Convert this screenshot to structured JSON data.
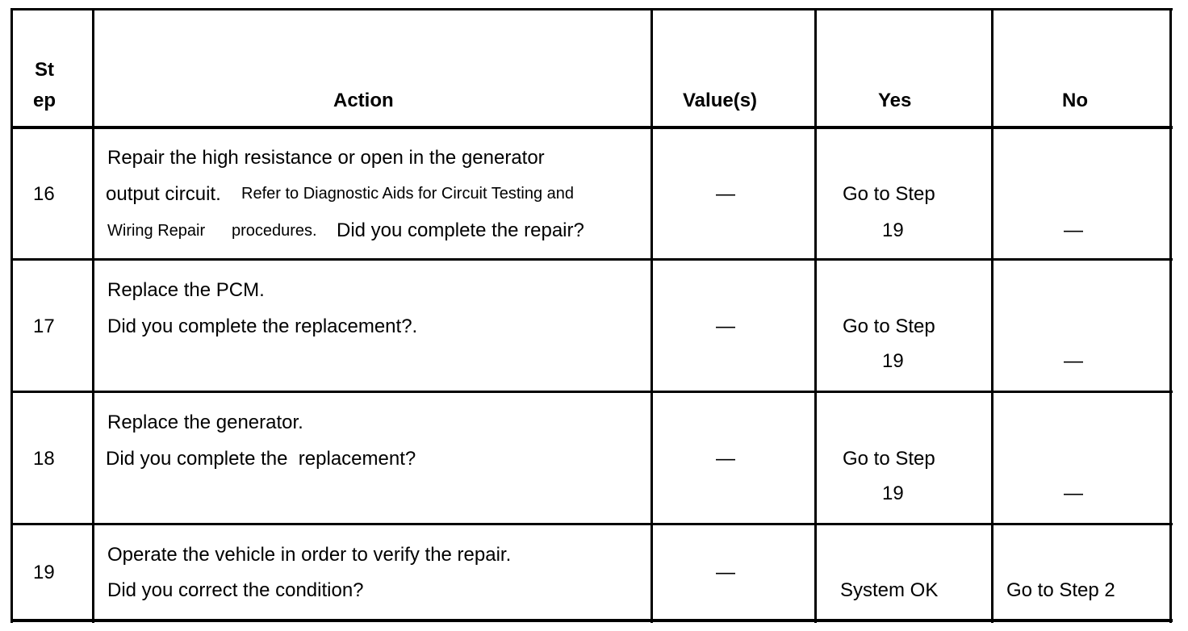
{
  "table": {
    "headers": {
      "step_line1": "St",
      "step_line2": "ep",
      "action": "Action",
      "values": "Value(s)",
      "yes": "Yes",
      "no": "No"
    },
    "rows": [
      {
        "step": "16",
        "action_line1": "Repair the high resistance or open in the generator",
        "action_line2_a": "output circuit.",
        "action_line2_b": "Refer to Diagnostic Aids for Circuit Testing and",
        "action_line3_a": "Wiring Repair",
        "action_line3_b": "procedures.",
        "action_line3_c": "Did you complete the repair?",
        "value": "—",
        "yes_line1": "Go to Step",
        "yes_line2": "19",
        "no": "—"
      },
      {
        "step": "17",
        "action_line1": "Replace the PCM.",
        "action_line2": "Did you complete the replacement?.",
        "value": "—",
        "yes_line1": "Go to Step",
        "yes_line2": "19",
        "no": "—"
      },
      {
        "step": "18",
        "action_line1": "Replace the generator.",
        "action_line2": "Did you complete the  replacement?",
        "value": "—",
        "yes_line1": "Go to Step",
        "yes_line2": "19",
        "no": "—"
      },
      {
        "step": "19",
        "action_line1": "Operate the vehicle in order to verify the repair.",
        "action_line2": "Did you correct the condition?",
        "value": "—",
        "yes": "System OK",
        "no": "Go to Step 2"
      }
    ]
  }
}
